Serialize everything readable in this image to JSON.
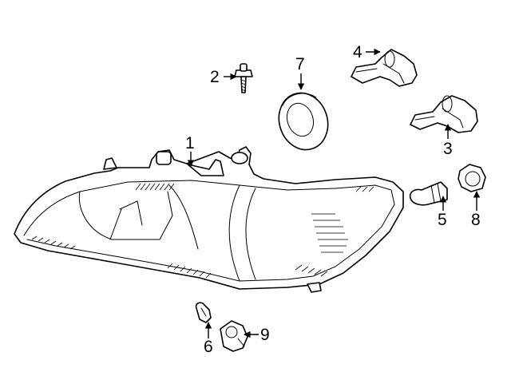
{
  "diagram": {
    "colors": {
      "line": "#000000",
      "background": "#ffffff"
    },
    "callouts": [
      {
        "id": "1",
        "label": "1"
      },
      {
        "id": "2",
        "label": "2"
      },
      {
        "id": "3",
        "label": "3"
      },
      {
        "id": "4",
        "label": "4"
      },
      {
        "id": "5",
        "label": "5"
      },
      {
        "id": "6",
        "label": "6"
      },
      {
        "id": "7",
        "label": "7"
      },
      {
        "id": "8",
        "label": "8"
      },
      {
        "id": "9",
        "label": "9"
      }
    ]
  }
}
